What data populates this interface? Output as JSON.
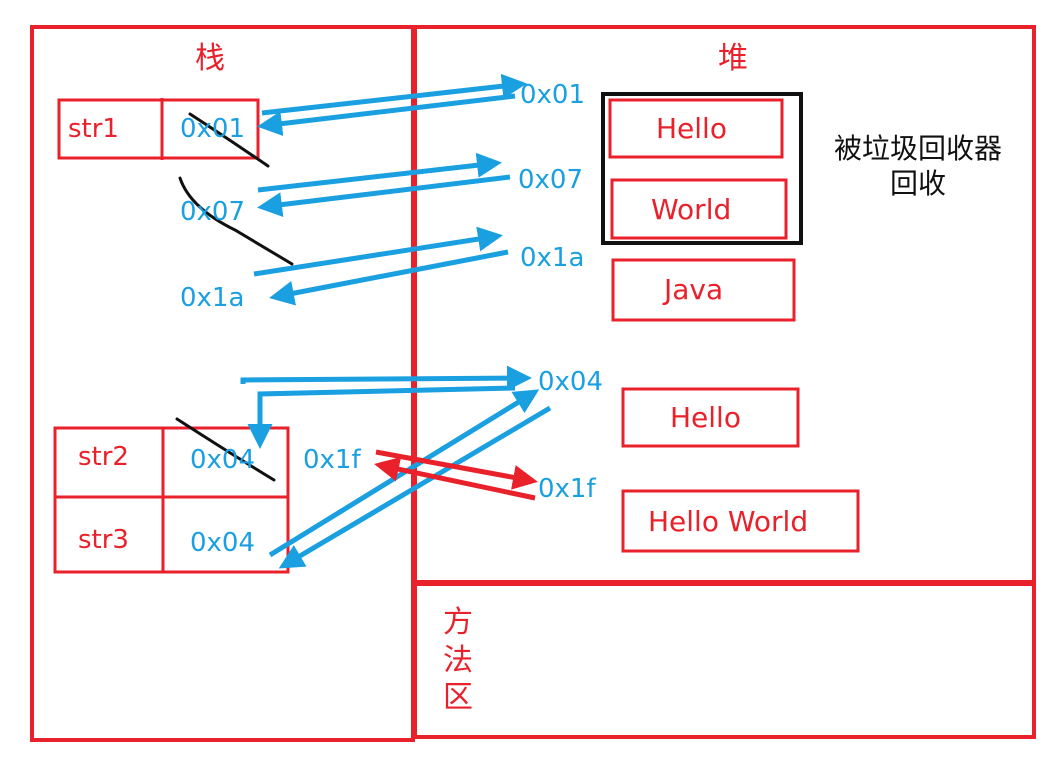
{
  "regions": {
    "stack": {
      "title": "栈"
    },
    "heap": {
      "title": "堆"
    },
    "method_area": {
      "title": "方法区",
      "chars": [
        "方",
        "法",
        "区"
      ]
    }
  },
  "stack": {
    "rows": [
      {
        "var": "str1",
        "value": "0x01",
        "old_refs": [
          "0x07",
          "0x1a"
        ]
      },
      {
        "var": "str2",
        "value": "0x04",
        "new_ref": "0x1f"
      },
      {
        "var": "str3",
        "value": "0x04"
      }
    ]
  },
  "heap": {
    "addresses": [
      "0x01",
      "0x07",
      "0x1a",
      "0x04",
      "0x1f"
    ],
    "objects": [
      "Hello",
      "World",
      "Java",
      "Hello",
      "Hello World"
    ],
    "gc_note": {
      "line1": "被垃圾回收器",
      "line2": "回收"
    }
  },
  "colors": {
    "red": "#e8212b",
    "blue": "#1aa0e0",
    "black": "#111111"
  }
}
